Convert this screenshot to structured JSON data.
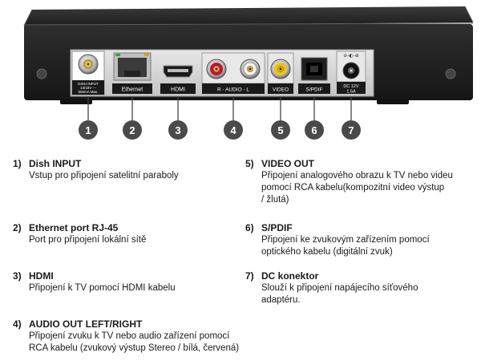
{
  "device": {
    "port_labels": {
      "dish": "DISH INPUT",
      "dish_spec1": "13/18V ---",
      "dish_spec2": "500mA Max.",
      "ethernet": "Ethernet",
      "hdmi": "HDMI",
      "audio": "R - AUDIO - L",
      "video": "VIDEO",
      "spdif": "S/PDIF",
      "dc1": "DC 12V",
      "dc2": "1.5A"
    },
    "callout_numbers": [
      "1",
      "2",
      "3",
      "4",
      "5",
      "6",
      "7"
    ],
    "colors": {
      "body": "#2a2a2a",
      "panel": "#dcdcdc",
      "callout": "#4a4a4a",
      "audio_r": "#c8102e",
      "video": "#f2c400"
    }
  },
  "legend": [
    {
      "num": "1)",
      "title": "Dish INPUT",
      "desc": [
        "Vstup pro připojení satelitní paraboly"
      ]
    },
    {
      "num": "2)",
      "title": "Ethernet port RJ-45",
      "desc": [
        "Port pro připojení lokální sítě"
      ]
    },
    {
      "num": "3)",
      "title": "HDMI",
      "desc": [
        "Připojení k TV pomocí HDMI kabelu"
      ]
    },
    {
      "num": "4)",
      "title": "AUDIO OUT LEFT/RIGHT",
      "desc": [
        "Připojení zvuku k TV nebo audio zařízení pomocí",
        "RCA kabelu (zvukový výstup Stereo / bílá, červená)"
      ]
    },
    {
      "num": "5)",
      "title": "VIDEO OUT",
      "desc": [
        "Připojení analogového obrazu k TV nebo videu",
        "pomocí RCA kabelu(kompozitní video výstup",
        "/ žlutá)"
      ]
    },
    {
      "num": "6)",
      "title": "S/PDIF",
      "desc": [
        "Připojení ke zvukovým zařízením pomocí",
        "optického kabelu (digitální zvuk)"
      ]
    },
    {
      "num": "7)",
      "title": "DC konektor",
      "desc": [
        "Slouží k připojení napájecího síťového",
        "adaptéru."
      ]
    }
  ]
}
